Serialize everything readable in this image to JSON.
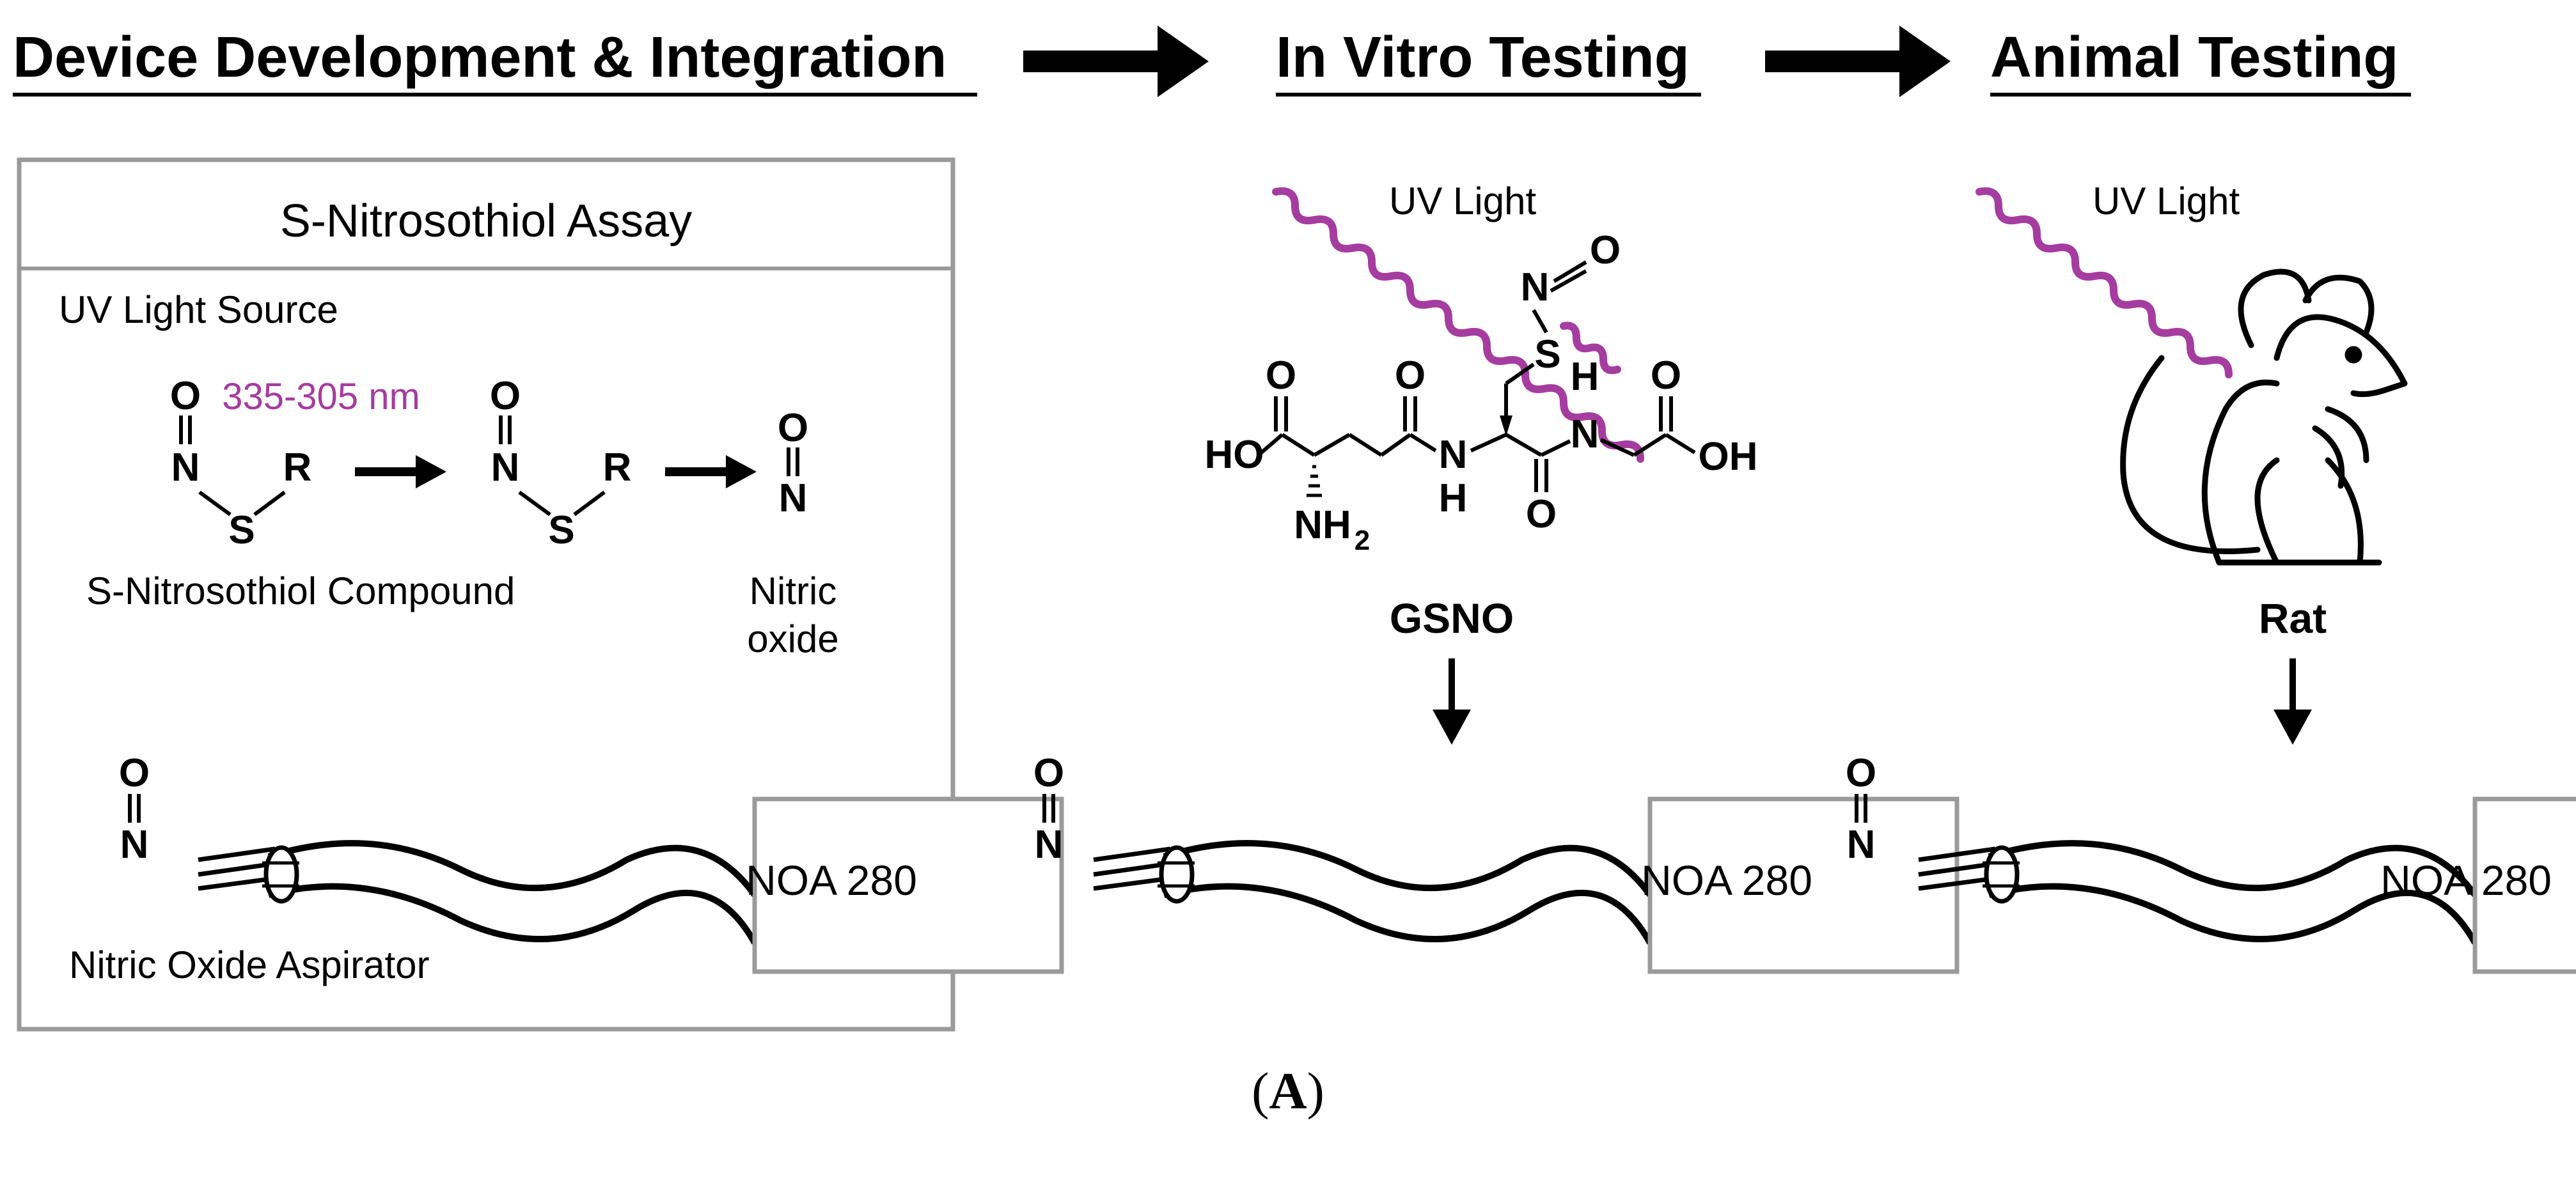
{
  "stages": [
    {
      "title": "Device Development & Integration"
    },
    {
      "title": "In Vitro Testing"
    },
    {
      "title": "Animal Testing"
    }
  ],
  "assay": {
    "title": "S-Nitrosothiol Assay",
    "light_source_label": "UV Light Source",
    "wavelength_label": "335-305 nm",
    "compound_label": "S-Nitrosothiol Compound",
    "product_label_line1": "Nitric",
    "product_label_line2": "oxide",
    "aspirator_label": "Nitric Oxide Aspirator"
  },
  "atoms": {
    "O": "O",
    "N": "N",
    "S": "S",
    "R": "R",
    "H": "H",
    "HO": "HO",
    "OH": "OH",
    "NH": "NH",
    "sub2": "2"
  },
  "in_vitro": {
    "light_label": "UV Light",
    "sample_label": "GSNO"
  },
  "animal": {
    "light_label": "UV Light",
    "sample_label": "Rat"
  },
  "analyzer_label": "NOA 280",
  "figure_caption": {
    "open": "(",
    "letter": "A",
    "close": ")"
  },
  "colors": {
    "uv": "#A53C9F",
    "box_border": "#9a9a9a",
    "text": "#000000"
  }
}
